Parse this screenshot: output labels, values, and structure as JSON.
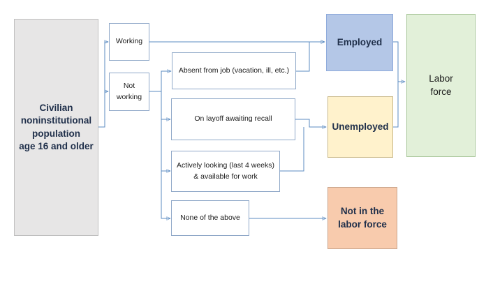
{
  "diagram": {
    "population": "Civilian\nnoninstitutional\npopulation\nage 16 and older",
    "working": "Working",
    "not_working": "Not\nworking",
    "absent": "Absent from job (vacation, ill, etc.)",
    "layoff": "On layoff awaiting recall",
    "looking": "Actively looking (last 4 weeks)\n& available for work",
    "none": "None of the above",
    "employed": "Employed",
    "unemployed": "Unemployed",
    "not_in_labor_force": "Not in the\nlabor force",
    "labor_force": "Labor\nforce"
  },
  "colors": {
    "connector": "#5b8bc1",
    "population": "#e7e6e6",
    "employed": "#b4c7e7",
    "unemployed": "#fff2cc",
    "not_in_labor_force": "#f8cbad",
    "labor_force": "#e2f0d9"
  }
}
